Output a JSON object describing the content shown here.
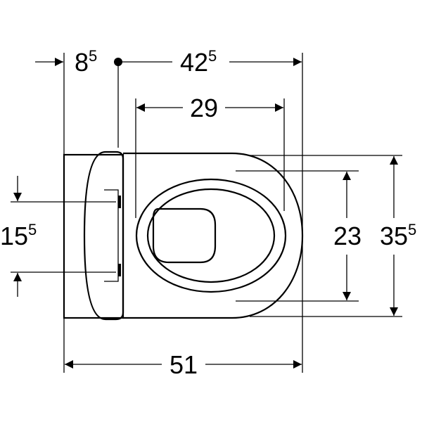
{
  "title": "Wall-hung WC top view dimensions",
  "dimensions": {
    "wall_offset": {
      "main": "8",
      "sup": "5"
    },
    "depth_from_fixing": {
      "main": "42",
      "sup": "5"
    },
    "seat_opening_length": {
      "main": "29"
    },
    "fixing_spacing": {
      "main": "15",
      "sup": "5"
    },
    "inner_width": {
      "main": "23"
    },
    "overall_width": {
      "main": "35",
      "sup": "5"
    },
    "overall_length": {
      "main": "51"
    }
  },
  "colors": {
    "line": "#000000",
    "background": "#ffffff"
  }
}
